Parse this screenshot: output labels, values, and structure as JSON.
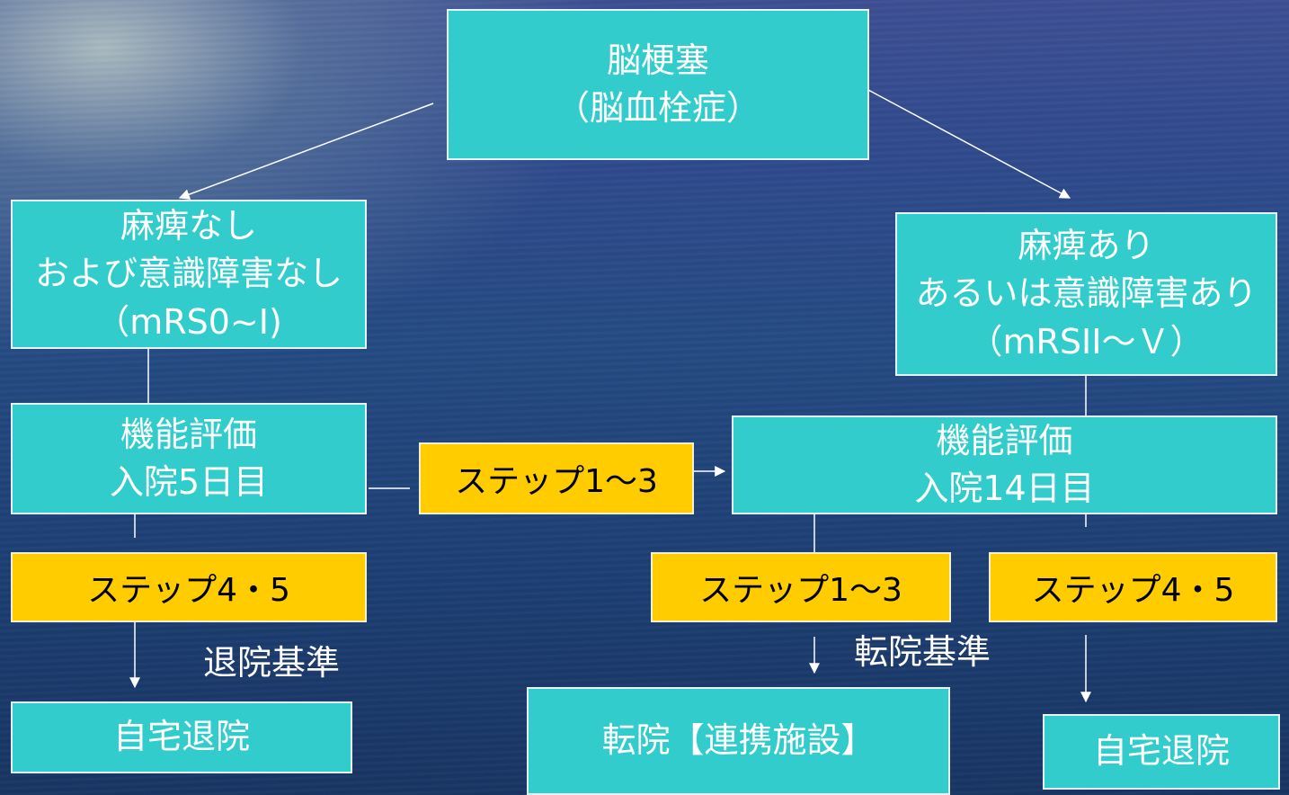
{
  "diagram": {
    "root": {
      "line1": "脳梗塞",
      "line2": "（脳血栓症）"
    },
    "left_condition": {
      "line1": "麻痺なし",
      "line2": "および意識障害なし",
      "line3": "（mRS0~I)"
    },
    "right_condition": {
      "line1": "麻痺あり",
      "line2": "あるいは意識障害あり",
      "line3": "（mRSII～Ｖ）"
    },
    "left_eval": {
      "line1": "機能評価",
      "line2": "入院5日目"
    },
    "right_eval": {
      "line1": "機能評価",
      "line2": "入院14日目"
    },
    "middle_step": "ステップ1～3",
    "left_step": "ステップ4・5",
    "right_step_a": "ステップ1～3",
    "right_step_b": "ステップ4・5",
    "discharge_criteria": "退院基準",
    "transfer_criteria": "転院基準",
    "left_outcome": "自宅退院",
    "transfer_outcome": "転院【連携施設】",
    "right_outcome": "自宅退院"
  },
  "colors": {
    "box_fill": "#33cccc",
    "step_fill": "#ffcc00",
    "connector": "#ffffff"
  }
}
